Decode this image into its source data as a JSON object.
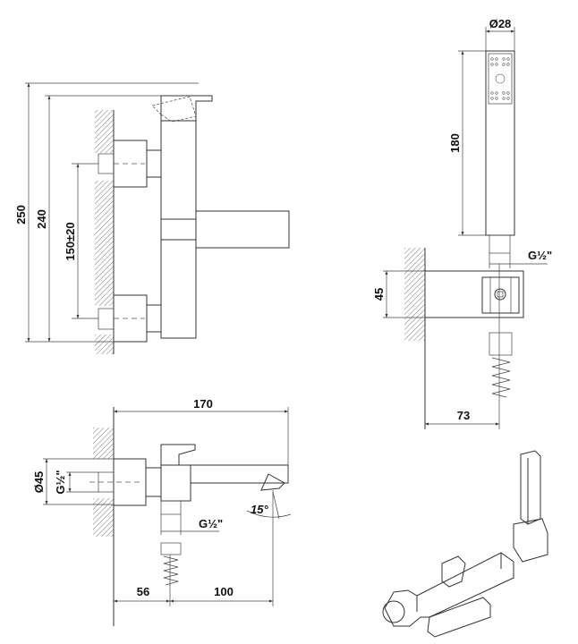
{
  "title": "Bath mixer technical drawing",
  "front_view": {
    "dim_total_height": "250",
    "dim_height": "240",
    "dim_inlet_spacing": "150±20"
  },
  "top_view": {
    "dim_length": "170",
    "dim_flange_diameter": "Ø45",
    "dim_inlet_thread": "G½\"",
    "dim_outlet_thread": "G½\"",
    "dim_spout_angle": "15°",
    "dim_outlet_offset": "56",
    "dim_outlet_to_spout": "100"
  },
  "hand_shower_view": {
    "dim_diameter": "Ø28",
    "dim_length": "180",
    "dim_thread": "G½\"",
    "dim_holder_height": "45",
    "dim_holder_depth": "73"
  },
  "colors": {
    "line": "#333333",
    "background": "#ffffff"
  }
}
